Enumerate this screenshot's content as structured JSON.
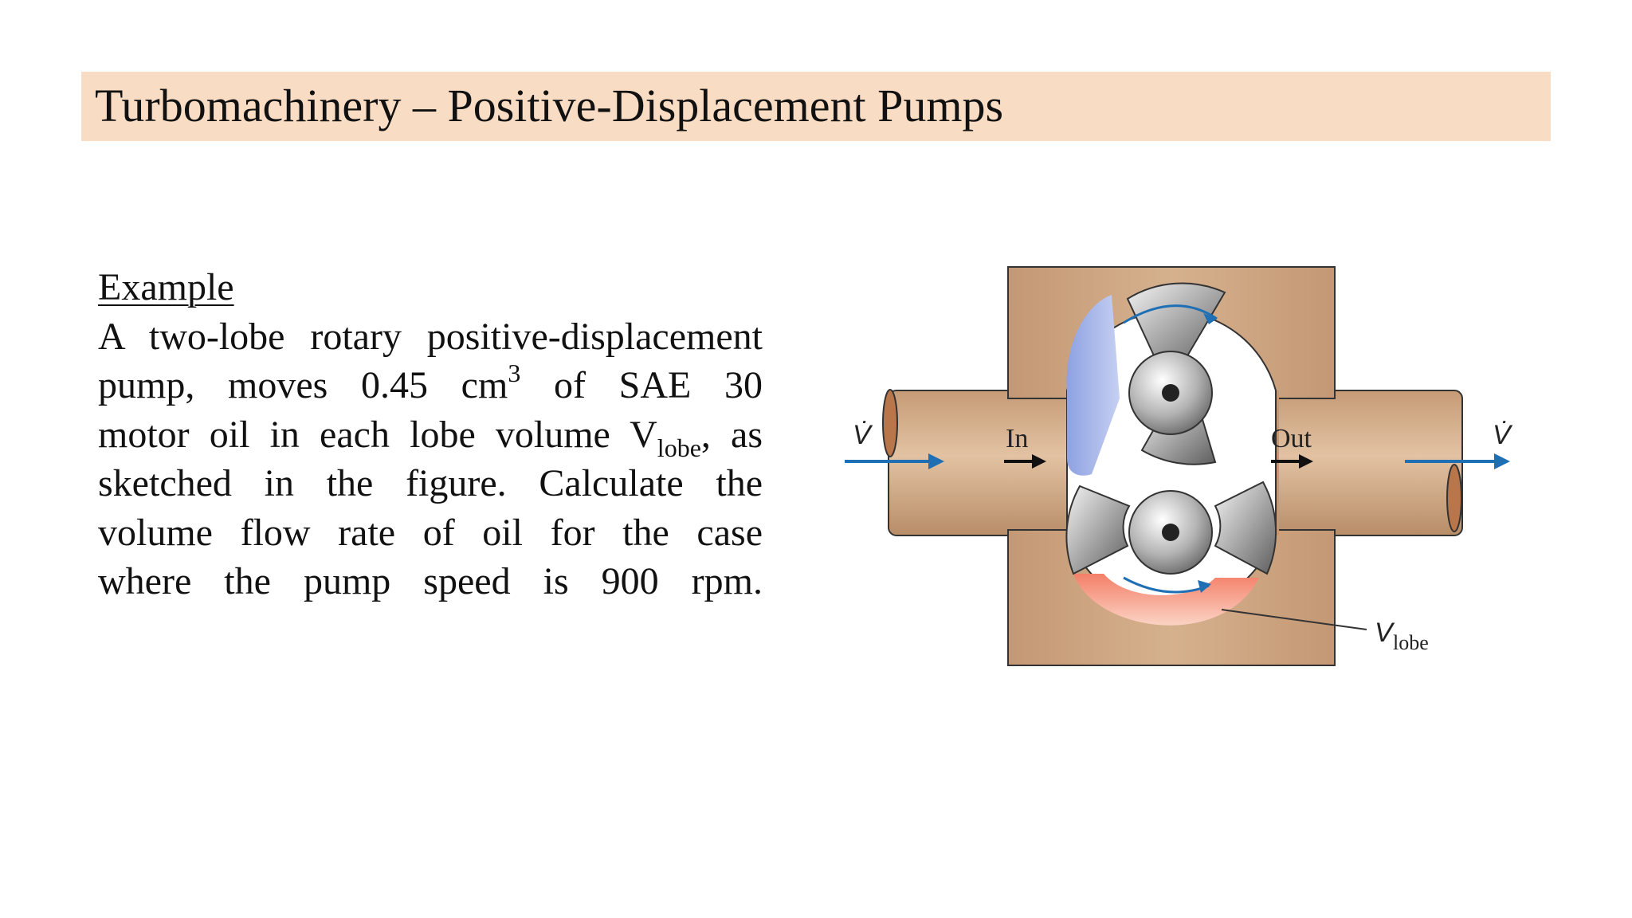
{
  "slide": {
    "title": "Turbomachinery – Positive-Displacement Pumps"
  },
  "example": {
    "heading": "Example",
    "line1": "A two-lobe rotary positive-displacement",
    "line2_a": "pump, moves 0.45 cm",
    "line2_sup": "3",
    "line2_b": " of SAE 30",
    "line3_a": "motor oil in each lobe volume V",
    "line3_sub": "lobe",
    "line3_b": ", as",
    "line4": "sketched in the figure. Calculate the",
    "line5": "volume flow rate of oil for the case",
    "line6": "where the pump speed is 900 rpm."
  },
  "figure": {
    "in_label": "In",
    "out_label": "Out",
    "flow_symbol_left": "V̇",
    "flow_symbol_right": "V̇",
    "lobe_symbol": "V",
    "lobe_subscript": "lobe",
    "colors": {
      "housing": "#c9a07c",
      "pipe": "#d2ab86",
      "pipe_end": "#b8764a",
      "inlet_fluid": "#9fb0e6",
      "lobe_fluid": "#f2a08a",
      "flow_arrow": "#1f6fb5",
      "lobe_metal": "#b8b8b8"
    }
  }
}
